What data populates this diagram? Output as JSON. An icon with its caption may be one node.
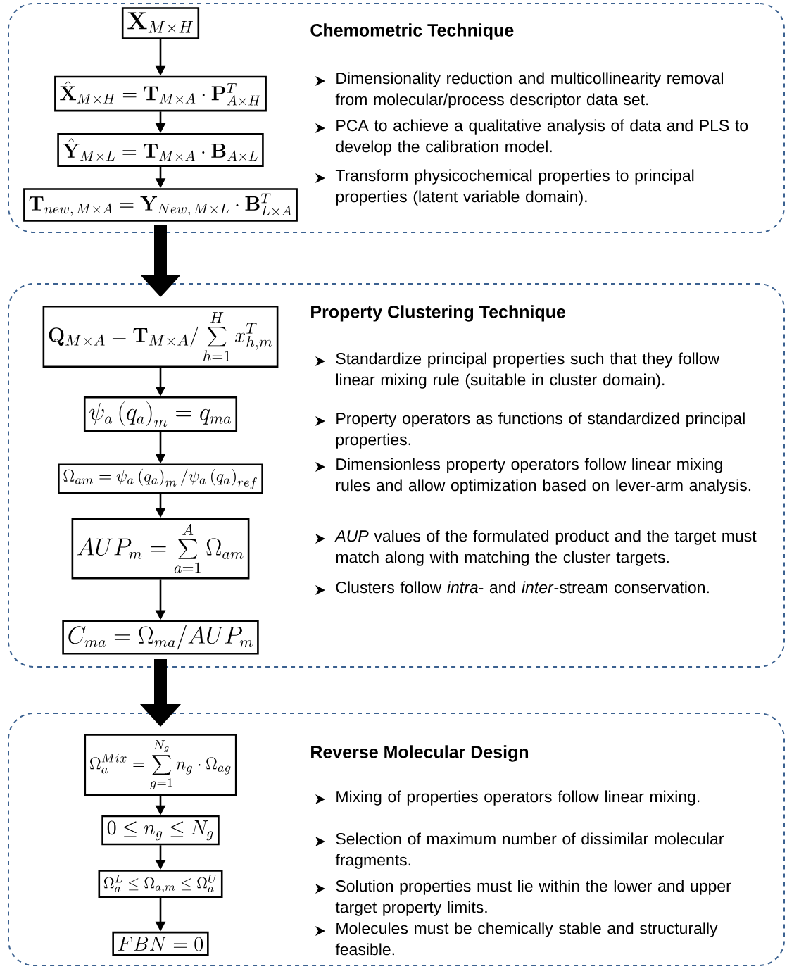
{
  "diagram": {
    "nodes": [
      {
        "text": [
          "Chemometric Technique",
          "Dimensionality reduction and multicollinearity removal from molecular/process descriptor data set.",
          "PCA to achieve a qualitative analysis of data and PLS to develop the calibration model.",
          "Transform physicochemical properties to principal properties (latent variable domain)."
        ]
      },
      {
        "text": [
          "\\mathbf{X}_{M\\times H}"
        ],
        "in": 0
      },
      {
        "text": [
          "\\hat{\\mathbf{X}}_{M\\times H}=\\mathbf{T}_{M\\times A}\\cdot\\mathbf{P}^{T}_{A\\times H}"
        ],
        "in": 0
      },
      {
        "text": [
          "\\hat{\\mathbf{Y}}_{M\\times L}=\\mathbf{T}_{M\\times A}\\cdot\\mathbf{B}_{A\\times L}"
        ],
        "in": 0
      },
      {
        "text": [
          "\\mathbf{T}_{new,\\,M\\times A}=\\mathbf{Y}_{New,\\,M\\times L}\\cdot\\mathbf{B}^{T}_{L\\times A}"
        ],
        "in": 0
      },
      {
        "text": [
          "Property Clustering Technique",
          "Standardize principal properties such that they follow linear mixing rule (suitable in cluster domain).",
          "Property operators as functions of standardized principal properties.",
          "Dimensionless property operators follow linear mixing rules and allow optimization based on lever-arm analysis.",
          "*AUP* values of the formulated product and the target must match along with matching the cluster targets.",
          "Clusters follow *intra*- and *inter*-stream conservation."
        ]
      },
      {
        "text": [
          "\\mathbf{Q}_{M\\times A}=\\mathbf{T}_{M\\times A}\\Big/\\sum_{h=1}^{H}x^{T}_{h,m}"
        ],
        "in": 5
      },
      {
        "text": [
          "\\psi_{a}\\left(q_{a}\\right)_{m}=q_{ma}"
        ],
        "in": 5
      },
      {
        "text": [
          "\\Omega_{am}=\\psi_{a}\\left(q_{a}\\right)_{m}\\big/\\psi_{a}\\left(q_{a}\\right)_{ref}"
        ],
        "in": 5
      },
      {
        "text": [
          "AUP_{m}=\\sum_{a=1}^{A}\\Omega_{am}"
        ],
        "in": 5
      },
      {
        "text": [
          "C_{ma}=\\Omega_{ma}\\big/AUP_{m}"
        ],
        "in": 5
      },
      {
        "text": [
          "Reverse Molecular Design",
          "Mixing of properties operators follow linear mixing.",
          "Selection of maximum number of dissimilar molecular fragments.",
          "Solution properties must lie within the lower and upper target property limits.",
          "Molecules must be chemically stable and structurally feasible."
        ]
      },
      {
        "text": [
          "\\Omega_{a}^{Mix}=\\sum_{g=1}^{N_{g}}n_{g}\\cdot\\Omega_{ag}"
        ],
        "in": 11
      },
      {
        "text": [
          "0\\le n_{g}\\le N_{g}"
        ],
        "in": 11
      },
      {
        "text": [
          "\\Omega_{a}^{L}\\le\\Omega_{a,m}\\le\\Omega_{a}^{U}"
        ],
        "in": 11
      },
      {
        "text": [
          "FBN=0"
        ],
        "in": 11
      }
    ],
    "edges": [
      {
        "from": 0,
        "to": 5,
        "arrow": "to",
        "style": "thick"
      },
      {
        "from": 1,
        "to": 2,
        "arrow": "to"
      },
      {
        "from": 2,
        "to": 3,
        "arrow": "to"
      },
      {
        "from": 3,
        "to": 4,
        "arrow": "to"
      },
      {
        "from": 5,
        "to": 11,
        "arrow": "to",
        "style": "thick"
      },
      {
        "from": 6,
        "to": 7,
        "arrow": "to"
      },
      {
        "from": 7,
        "to": 8,
        "arrow": "to"
      },
      {
        "from": 8,
        "to": 9,
        "arrow": "to"
      },
      {
        "from": 9,
        "to": 10,
        "arrow": "to"
      },
      {
        "from": 12,
        "to": 13,
        "arrow": "to"
      },
      {
        "from": 13,
        "to": 14,
        "arrow": "to"
      },
      {
        "from": 14,
        "to": 15,
        "arrow": "to"
      }
    ]
  }
}
